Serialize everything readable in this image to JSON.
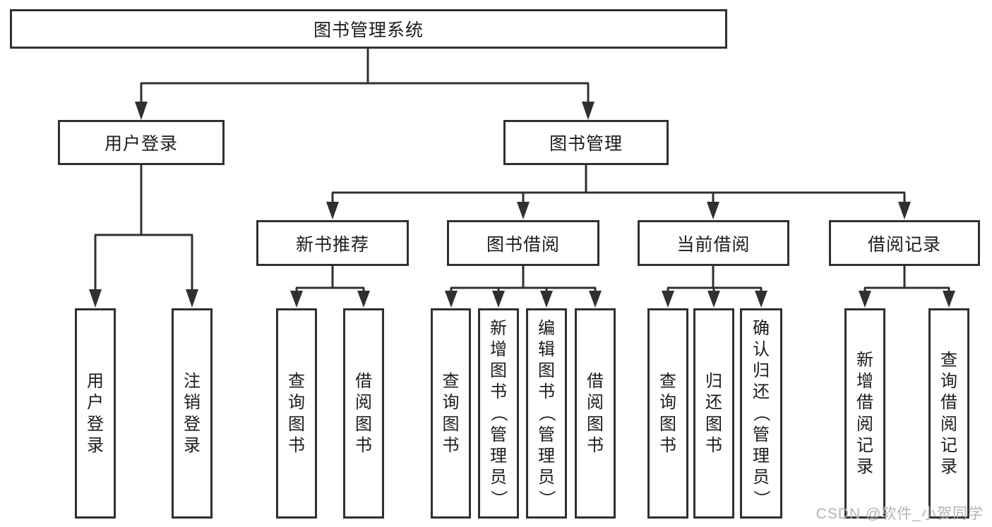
{
  "root": {
    "label": "图书管理系统"
  },
  "branches": {
    "user": {
      "label": "用户登录",
      "leaves": [
        "用户登录",
        "注销登录"
      ]
    },
    "mgmt": {
      "label": "图书管理",
      "groups": [
        {
          "label": "新书推荐",
          "leaves": [
            "查询图书",
            "借阅图书"
          ]
        },
        {
          "label": "图书借阅",
          "leaves": [
            "查询图书",
            "新增图书（管理员）",
            "编辑图书（管理员）",
            "借阅图书"
          ]
        },
        {
          "label": "当前借阅",
          "leaves": [
            "查询图书",
            "归还图书",
            "确认归还（管理员）"
          ]
        },
        {
          "label": "借阅记录",
          "leaves": [
            "新增借阅记录",
            "查询借阅记录"
          ]
        }
      ]
    }
  },
  "watermark": "CSDN @软件_小贺同学",
  "colors": {
    "line": "#303030",
    "text": "#1c1c1c",
    "watermark": "#b3b3b3",
    "background": "#ffffff"
  }
}
